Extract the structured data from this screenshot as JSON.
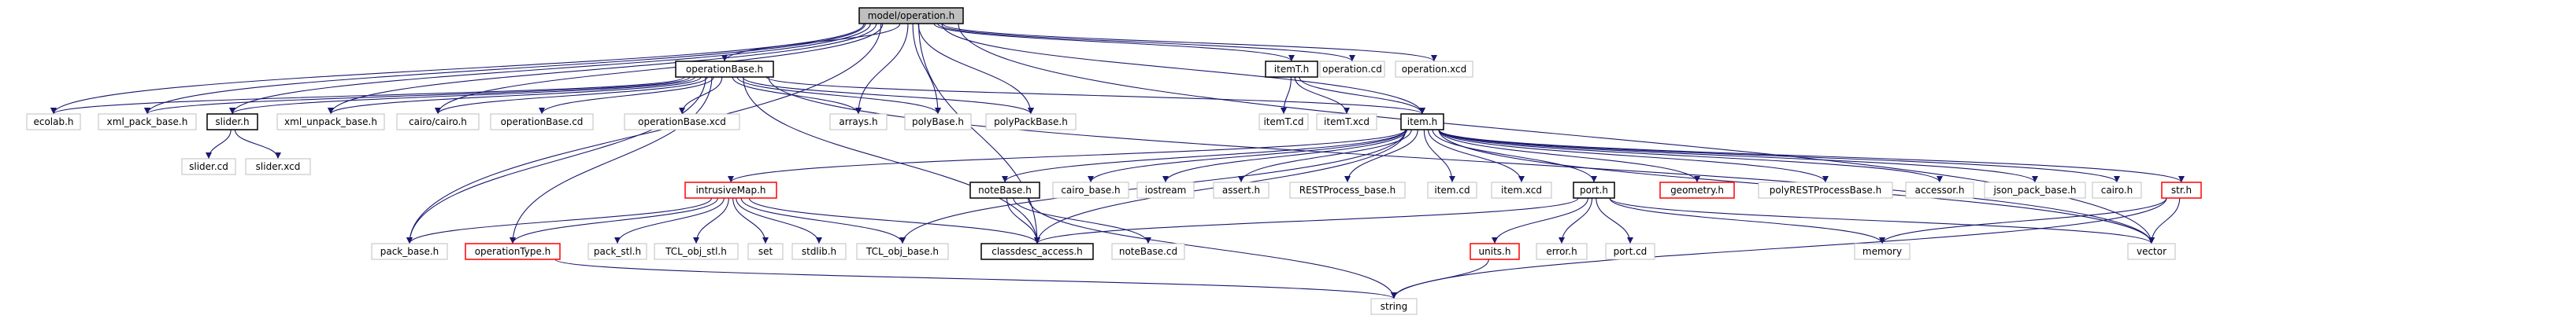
{
  "diagram": {
    "colors": {
      "edge": "#191970",
      "root_fill": "#bfbfbf",
      "node_fill": "#ffffff",
      "border_default": "#bfbfbf",
      "border_documented": "#000000",
      "border_red": "#ff0000",
      "label": "#000000"
    },
    "nodes": [
      {
        "id": "operation_h",
        "label": "model/operation.h",
        "style": "root"
      },
      {
        "id": "operationBase_h",
        "label": "operationBase.h",
        "style": "documented"
      },
      {
        "id": "itemT_h",
        "label": "itemT.h",
        "style": "documented"
      },
      {
        "id": "operation_cd",
        "label": "operation.cd",
        "style": "plain"
      },
      {
        "id": "operation_xcd",
        "label": "operation.xcd",
        "style": "plain"
      },
      {
        "id": "ecolab_h",
        "label": "ecolab.h",
        "style": "plain"
      },
      {
        "id": "xml_pack_base_h",
        "label": "xml_pack_base.h",
        "style": "plain"
      },
      {
        "id": "slider_h",
        "label": "slider.h",
        "style": "documented"
      },
      {
        "id": "xml_unpack_base_h",
        "label": "xml_unpack_base.h",
        "style": "plain"
      },
      {
        "id": "cairo_cairo_h",
        "label": "cairo/cairo.h",
        "style": "plain"
      },
      {
        "id": "operationBase_cd",
        "label": "operationBase.cd",
        "style": "plain"
      },
      {
        "id": "operationBase_xcd",
        "label": "operationBase.xcd",
        "style": "plain"
      },
      {
        "id": "arrays_h",
        "label": "arrays.h",
        "style": "plain"
      },
      {
        "id": "polyBase_h",
        "label": "polyBase.h",
        "style": "plain"
      },
      {
        "id": "polyPackBase_h",
        "label": "polyPackBase.h",
        "style": "plain"
      },
      {
        "id": "item_h",
        "label": "item.h",
        "style": "documented"
      },
      {
        "id": "itemT_cd",
        "label": "itemT.cd",
        "style": "plain"
      },
      {
        "id": "itemT_xcd",
        "label": "itemT.xcd",
        "style": "plain"
      },
      {
        "id": "slider_cd",
        "label": "slider.cd",
        "style": "plain"
      },
      {
        "id": "slider_xcd",
        "label": "slider.xcd",
        "style": "plain"
      },
      {
        "id": "intrusiveMap_h",
        "label": "intrusiveMap.h",
        "style": "red"
      },
      {
        "id": "noteBase_h",
        "label": "noteBase.h",
        "style": "documented"
      },
      {
        "id": "cairo_base_h",
        "label": "cairo_base.h",
        "style": "plain"
      },
      {
        "id": "iostream",
        "label": "iostream",
        "style": "plain"
      },
      {
        "id": "assert_h",
        "label": "assert.h",
        "style": "plain"
      },
      {
        "id": "RESTProcess_base_h",
        "label": "RESTProcess_base.h",
        "style": "plain"
      },
      {
        "id": "item_cd",
        "label": "item.cd",
        "style": "plain"
      },
      {
        "id": "item_xcd",
        "label": "item.xcd",
        "style": "plain"
      },
      {
        "id": "port_h",
        "label": "port.h",
        "style": "documented"
      },
      {
        "id": "geometry_h",
        "label": "geometry.h",
        "style": "red"
      },
      {
        "id": "polyRESTProcessBase_h",
        "label": "polyRESTProcessBase.h",
        "style": "plain"
      },
      {
        "id": "accessor_h",
        "label": "accessor.h",
        "style": "plain"
      },
      {
        "id": "json_pack_base_h",
        "label": "json_pack_base.h",
        "style": "plain"
      },
      {
        "id": "cairo_h",
        "label": "cairo.h",
        "style": "plain"
      },
      {
        "id": "str_h",
        "label": "str.h",
        "style": "red"
      },
      {
        "id": "pack_base_h",
        "label": "pack_base.h",
        "style": "plain"
      },
      {
        "id": "operationType_h",
        "label": "operationType.h",
        "style": "red"
      },
      {
        "id": "pack_stl_h",
        "label": "pack_stl.h",
        "style": "plain"
      },
      {
        "id": "TCL_obj_stl_h",
        "label": "TCL_obj_stl.h",
        "style": "plain"
      },
      {
        "id": "set",
        "label": "set",
        "style": "plain"
      },
      {
        "id": "stdlib_h",
        "label": "stdlib.h",
        "style": "plain"
      },
      {
        "id": "TCL_obj_base_h",
        "label": "TCL_obj_base.h",
        "style": "plain"
      },
      {
        "id": "classdesc_access_h",
        "label": "classdesc_access.h",
        "style": "documented"
      },
      {
        "id": "noteBase_cd",
        "label": "noteBase.cd",
        "style": "plain"
      },
      {
        "id": "units_h",
        "label": "units.h",
        "style": "red"
      },
      {
        "id": "error_h",
        "label": "error.h",
        "style": "plain"
      },
      {
        "id": "port_cd",
        "label": "port.cd",
        "style": "plain"
      },
      {
        "id": "memory",
        "label": "memory",
        "style": "plain"
      },
      {
        "id": "vector",
        "label": "vector",
        "style": "plain"
      },
      {
        "id": "string",
        "label": "string",
        "style": "plain"
      }
    ],
    "edges": [
      [
        "operation_h",
        "ecolab_h"
      ],
      [
        "operation_h",
        "xml_pack_base_h"
      ],
      [
        "operation_h",
        "slider_h"
      ],
      [
        "operation_h",
        "xml_unpack_base_h"
      ],
      [
        "operation_h",
        "cairo_cairo_h"
      ],
      [
        "operation_h",
        "operationBase_h"
      ],
      [
        "operation_h",
        "arrays_h"
      ],
      [
        "operation_h",
        "polyBase_h"
      ],
      [
        "operation_h",
        "polyPackBase_h"
      ],
      [
        "operation_h",
        "item_h"
      ],
      [
        "operation_h",
        "itemT_h"
      ],
      [
        "operation_h",
        "operation_cd"
      ],
      [
        "operation_h",
        "operation_xcd"
      ],
      [
        "operation_h",
        "classdesc_access_h"
      ],
      [
        "operation_h",
        "pack_base_h"
      ],
      [
        "operation_h",
        "vector"
      ],
      [
        "operationBase_h",
        "ecolab_h"
      ],
      [
        "operationBase_h",
        "xml_pack_base_h"
      ],
      [
        "operationBase_h",
        "slider_h"
      ],
      [
        "operationBase_h",
        "xml_unpack_base_h"
      ],
      [
        "operationBase_h",
        "cairo_cairo_h"
      ],
      [
        "operationBase_h",
        "operationBase_cd"
      ],
      [
        "operationBase_h",
        "operationBase_xcd"
      ],
      [
        "operationBase_h",
        "arrays_h"
      ],
      [
        "operationBase_h",
        "polyBase_h"
      ],
      [
        "operationBase_h",
        "polyPackBase_h"
      ],
      [
        "operationBase_h",
        "item_h"
      ],
      [
        "operationBase_h",
        "operationType_h"
      ],
      [
        "operationBase_h",
        "pack_base_h"
      ],
      [
        "operationBase_h",
        "classdesc_access_h"
      ],
      [
        "operationBase_h",
        "vector"
      ],
      [
        "itemT_h",
        "item_h"
      ],
      [
        "itemT_h",
        "itemT_cd"
      ],
      [
        "itemT_h",
        "itemT_xcd"
      ],
      [
        "slider_h",
        "slider_cd"
      ],
      [
        "slider_h",
        "slider_xcd"
      ],
      [
        "item_h",
        "intrusiveMap_h"
      ],
      [
        "item_h",
        "noteBase_h"
      ],
      [
        "item_h",
        "cairo_base_h"
      ],
      [
        "item_h",
        "iostream"
      ],
      [
        "item_h",
        "assert_h"
      ],
      [
        "item_h",
        "RESTProcess_base_h"
      ],
      [
        "item_h",
        "item_cd"
      ],
      [
        "item_h",
        "item_xcd"
      ],
      [
        "item_h",
        "port_h"
      ],
      [
        "item_h",
        "geometry_h"
      ],
      [
        "item_h",
        "polyRESTProcessBase_h"
      ],
      [
        "item_h",
        "accessor_h"
      ],
      [
        "item_h",
        "json_pack_base_h"
      ],
      [
        "item_h",
        "cairo_h"
      ],
      [
        "item_h",
        "str_h"
      ],
      [
        "item_h",
        "classdesc_access_h"
      ],
      [
        "item_h",
        "TCL_obj_base_h"
      ],
      [
        "item_h",
        "vector"
      ],
      [
        "intrusiveMap_h",
        "pack_base_h"
      ],
      [
        "intrusiveMap_h",
        "operationType_h"
      ],
      [
        "intrusiveMap_h",
        "pack_stl_h"
      ],
      [
        "intrusiveMap_h",
        "TCL_obj_stl_h"
      ],
      [
        "intrusiveMap_h",
        "set"
      ],
      [
        "intrusiveMap_h",
        "stdlib_h"
      ],
      [
        "intrusiveMap_h",
        "TCL_obj_base_h"
      ],
      [
        "intrusiveMap_h",
        "classdesc_access_h"
      ],
      [
        "noteBase_h",
        "classdesc_access_h"
      ],
      [
        "noteBase_h",
        "noteBase_cd"
      ],
      [
        "noteBase_h",
        "string"
      ],
      [
        "port_h",
        "classdesc_access_h"
      ],
      [
        "port_h",
        "units_h"
      ],
      [
        "port_h",
        "error_h"
      ],
      [
        "port_h",
        "port_cd"
      ],
      [
        "port_h",
        "memory"
      ],
      [
        "port_h",
        "vector"
      ],
      [
        "units_h",
        "string"
      ],
      [
        "str_h",
        "memory"
      ],
      [
        "str_h",
        "vector"
      ],
      [
        "str_h",
        "string"
      ],
      [
        "operationType_h",
        "string"
      ]
    ]
  }
}
